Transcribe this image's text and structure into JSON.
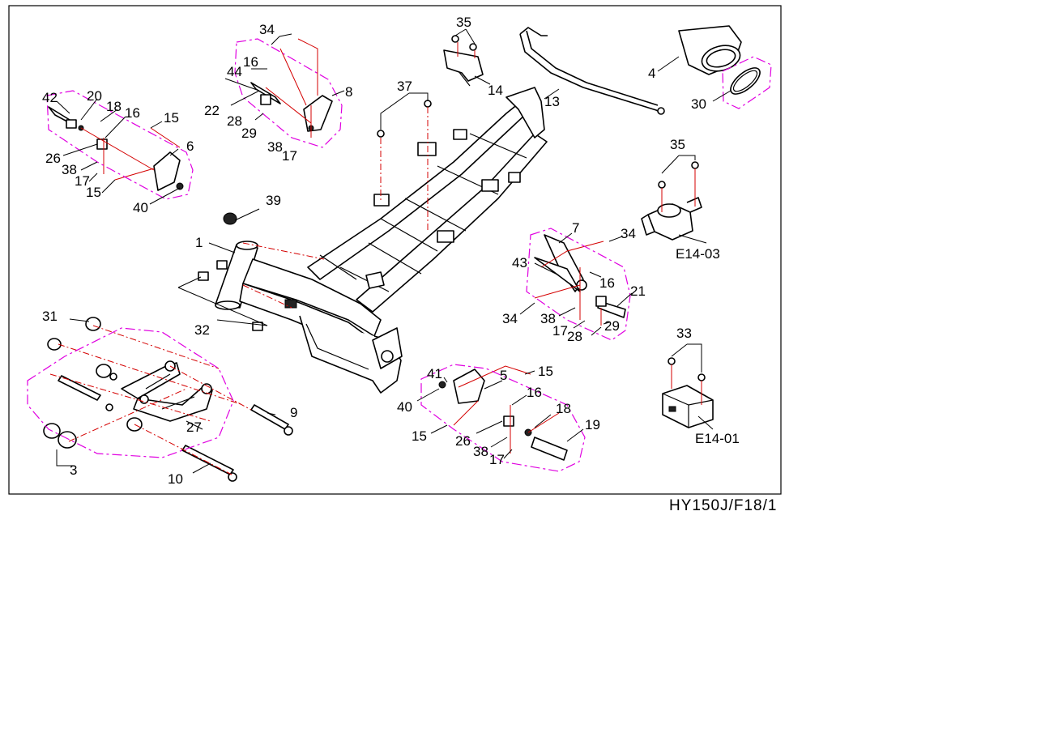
{
  "drawing_code": "HY150J/F18/1",
  "colors": {
    "outline": "#000000",
    "exploded_line": "#d40000",
    "group_boundary": "#e000e0",
    "background": "#ffffff"
  },
  "callouts": [
    {
      "id": "c1",
      "text": "1"
    },
    {
      "id": "c3",
      "text": "3"
    },
    {
      "id": "c4",
      "text": "4"
    },
    {
      "id": "c5",
      "text": "5"
    },
    {
      "id": "c6",
      "text": "6"
    },
    {
      "id": "c7",
      "text": "7"
    },
    {
      "id": "c8",
      "text": "8"
    },
    {
      "id": "c9",
      "text": "9"
    },
    {
      "id": "c10",
      "text": "10"
    },
    {
      "id": "c13",
      "text": "13"
    },
    {
      "id": "c14",
      "text": "14"
    },
    {
      "id": "c15a",
      "text": "15"
    },
    {
      "id": "c15b",
      "text": "15"
    },
    {
      "id": "c15c",
      "text": "15"
    },
    {
      "id": "c15d",
      "text": "15"
    },
    {
      "id": "c16a",
      "text": "16"
    },
    {
      "id": "c16b",
      "text": "16"
    },
    {
      "id": "c16c",
      "text": "16"
    },
    {
      "id": "c16d",
      "text": "16"
    },
    {
      "id": "c17a",
      "text": "17"
    },
    {
      "id": "c17b",
      "text": "17"
    },
    {
      "id": "c17c",
      "text": "17"
    },
    {
      "id": "c17d",
      "text": "17"
    },
    {
      "id": "c18a",
      "text": "18"
    },
    {
      "id": "c18b",
      "text": "18"
    },
    {
      "id": "c19",
      "text": "19"
    },
    {
      "id": "c20",
      "text": "20"
    },
    {
      "id": "c21",
      "text": "21"
    },
    {
      "id": "c22",
      "text": "22"
    },
    {
      "id": "c26a",
      "text": "26"
    },
    {
      "id": "c26b",
      "text": "26"
    },
    {
      "id": "c27",
      "text": "27"
    },
    {
      "id": "c28a",
      "text": "28"
    },
    {
      "id": "c28b",
      "text": "28"
    },
    {
      "id": "c29a",
      "text": "29"
    },
    {
      "id": "c29b",
      "text": "29"
    },
    {
      "id": "c30",
      "text": "30"
    },
    {
      "id": "c31",
      "text": "31"
    },
    {
      "id": "c32",
      "text": "32"
    },
    {
      "id": "c33",
      "text": "33"
    },
    {
      "id": "c34a",
      "text": "34"
    },
    {
      "id": "c34b",
      "text": "34"
    },
    {
      "id": "c34c",
      "text": "34"
    },
    {
      "id": "c35a",
      "text": "35"
    },
    {
      "id": "c35b",
      "text": "35"
    },
    {
      "id": "c37",
      "text": "37"
    },
    {
      "id": "c38a",
      "text": "38"
    },
    {
      "id": "c38b",
      "text": "38"
    },
    {
      "id": "c38c",
      "text": "38"
    },
    {
      "id": "c38d",
      "text": "38"
    },
    {
      "id": "c39",
      "text": "39"
    },
    {
      "id": "c40a",
      "text": "40"
    },
    {
      "id": "c40b",
      "text": "40"
    },
    {
      "id": "c41",
      "text": "41"
    },
    {
      "id": "c42",
      "text": "42"
    },
    {
      "id": "c43",
      "text": "43"
    },
    {
      "id": "c44",
      "text": "44"
    },
    {
      "id": "cE1403",
      "text": "E14-03"
    },
    {
      "id": "cE1401",
      "text": "E14-01"
    }
  ]
}
